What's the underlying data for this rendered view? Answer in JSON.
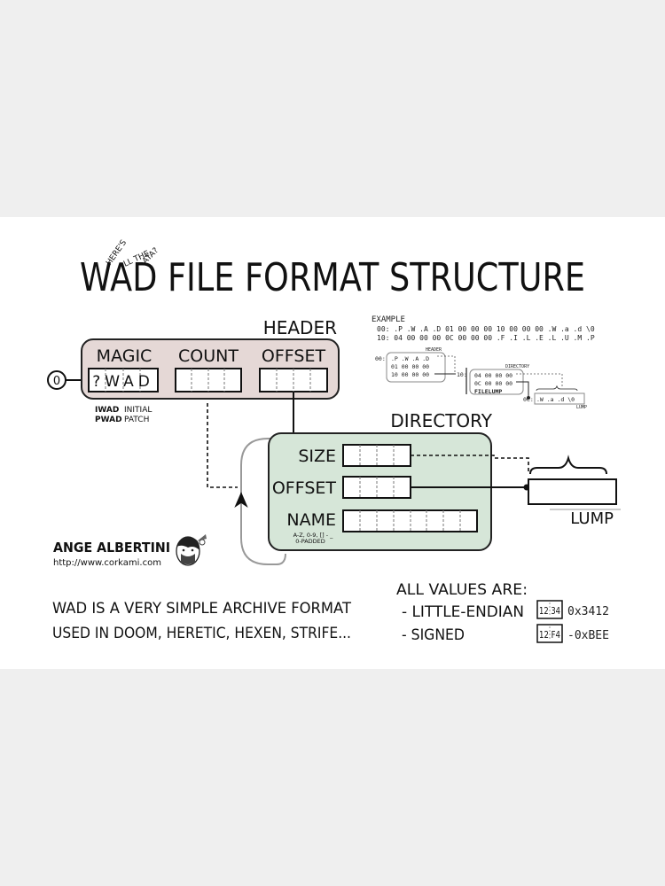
{
  "title": {
    "main": "WAD FILE FORMAT STRUCTURE",
    "handwritten_top": "HERE'S",
    "handwritten_middle": "LL THE",
    "handwritten_bottom": "ATA?"
  },
  "header": {
    "label": "HEADER",
    "fields": [
      {
        "label": "MAGIC",
        "value": "?WAD"
      },
      {
        "label": "COUNT",
        "value": ""
      },
      {
        "label": "OFFSET",
        "value": ""
      }
    ],
    "start_offset": "0",
    "magic_notes": [
      {
        "code": "IWAD",
        "desc": "INITIAL"
      },
      {
        "code": "PWAD",
        "desc": "PATCH"
      }
    ]
  },
  "directory": {
    "label": "DIRECTORY",
    "fields": [
      {
        "label": "SIZE"
      },
      {
        "label": "OFFSET"
      },
      {
        "label": "NAME"
      }
    ],
    "name_note_1": "A-Z, 0-9, [] - _",
    "name_note_2": "0-PADDED"
  },
  "lump": {
    "label": "LUMP"
  },
  "example": {
    "label": "EXAMPLE",
    "hex_lines": [
      "00:  .P .W .A .D 01 00 00 00 10 00 00 00 .W .a .d \\0",
      "10:  04 00 00 00 0C 00 00 00 .F .I .L .E .L .U .M .P"
    ],
    "mini_header_label": "HEADER",
    "mini_header_lines": [
      ".P .W .A .D",
      "01 00 00 00",
      "10 00 00 00"
    ],
    "mini_header_offset": "00:",
    "mini_dir_label": "DIRECTORY",
    "mini_dir_offset": "10:",
    "mini_dir_lines": [
      "04 00 00 00",
      "0C 00 00 00",
      "FILELUMP"
    ],
    "mini_lump_offset": "0C:",
    "mini_lump_line": ".W .a .d \\0",
    "mini_lump_label": "LUMP"
  },
  "author": {
    "name": "ANGE ALBERTINI",
    "url": "http://www.corkami.com"
  },
  "description": {
    "line1": "WAD IS A VERY SIMPLE ARCHIVE FORMAT",
    "line2": "USED IN DOOM, HERETIC, HEXEN, STRIFE..."
  },
  "values": {
    "heading": "ALL VALUES ARE:",
    "items": [
      {
        "label": "- LITTLE-ENDIAN",
        "box": "12 34",
        "example": "0x3412"
      },
      {
        "label": "- SIGNED",
        "box": "12 F4",
        "example": "-0xBEE"
      }
    ]
  }
}
